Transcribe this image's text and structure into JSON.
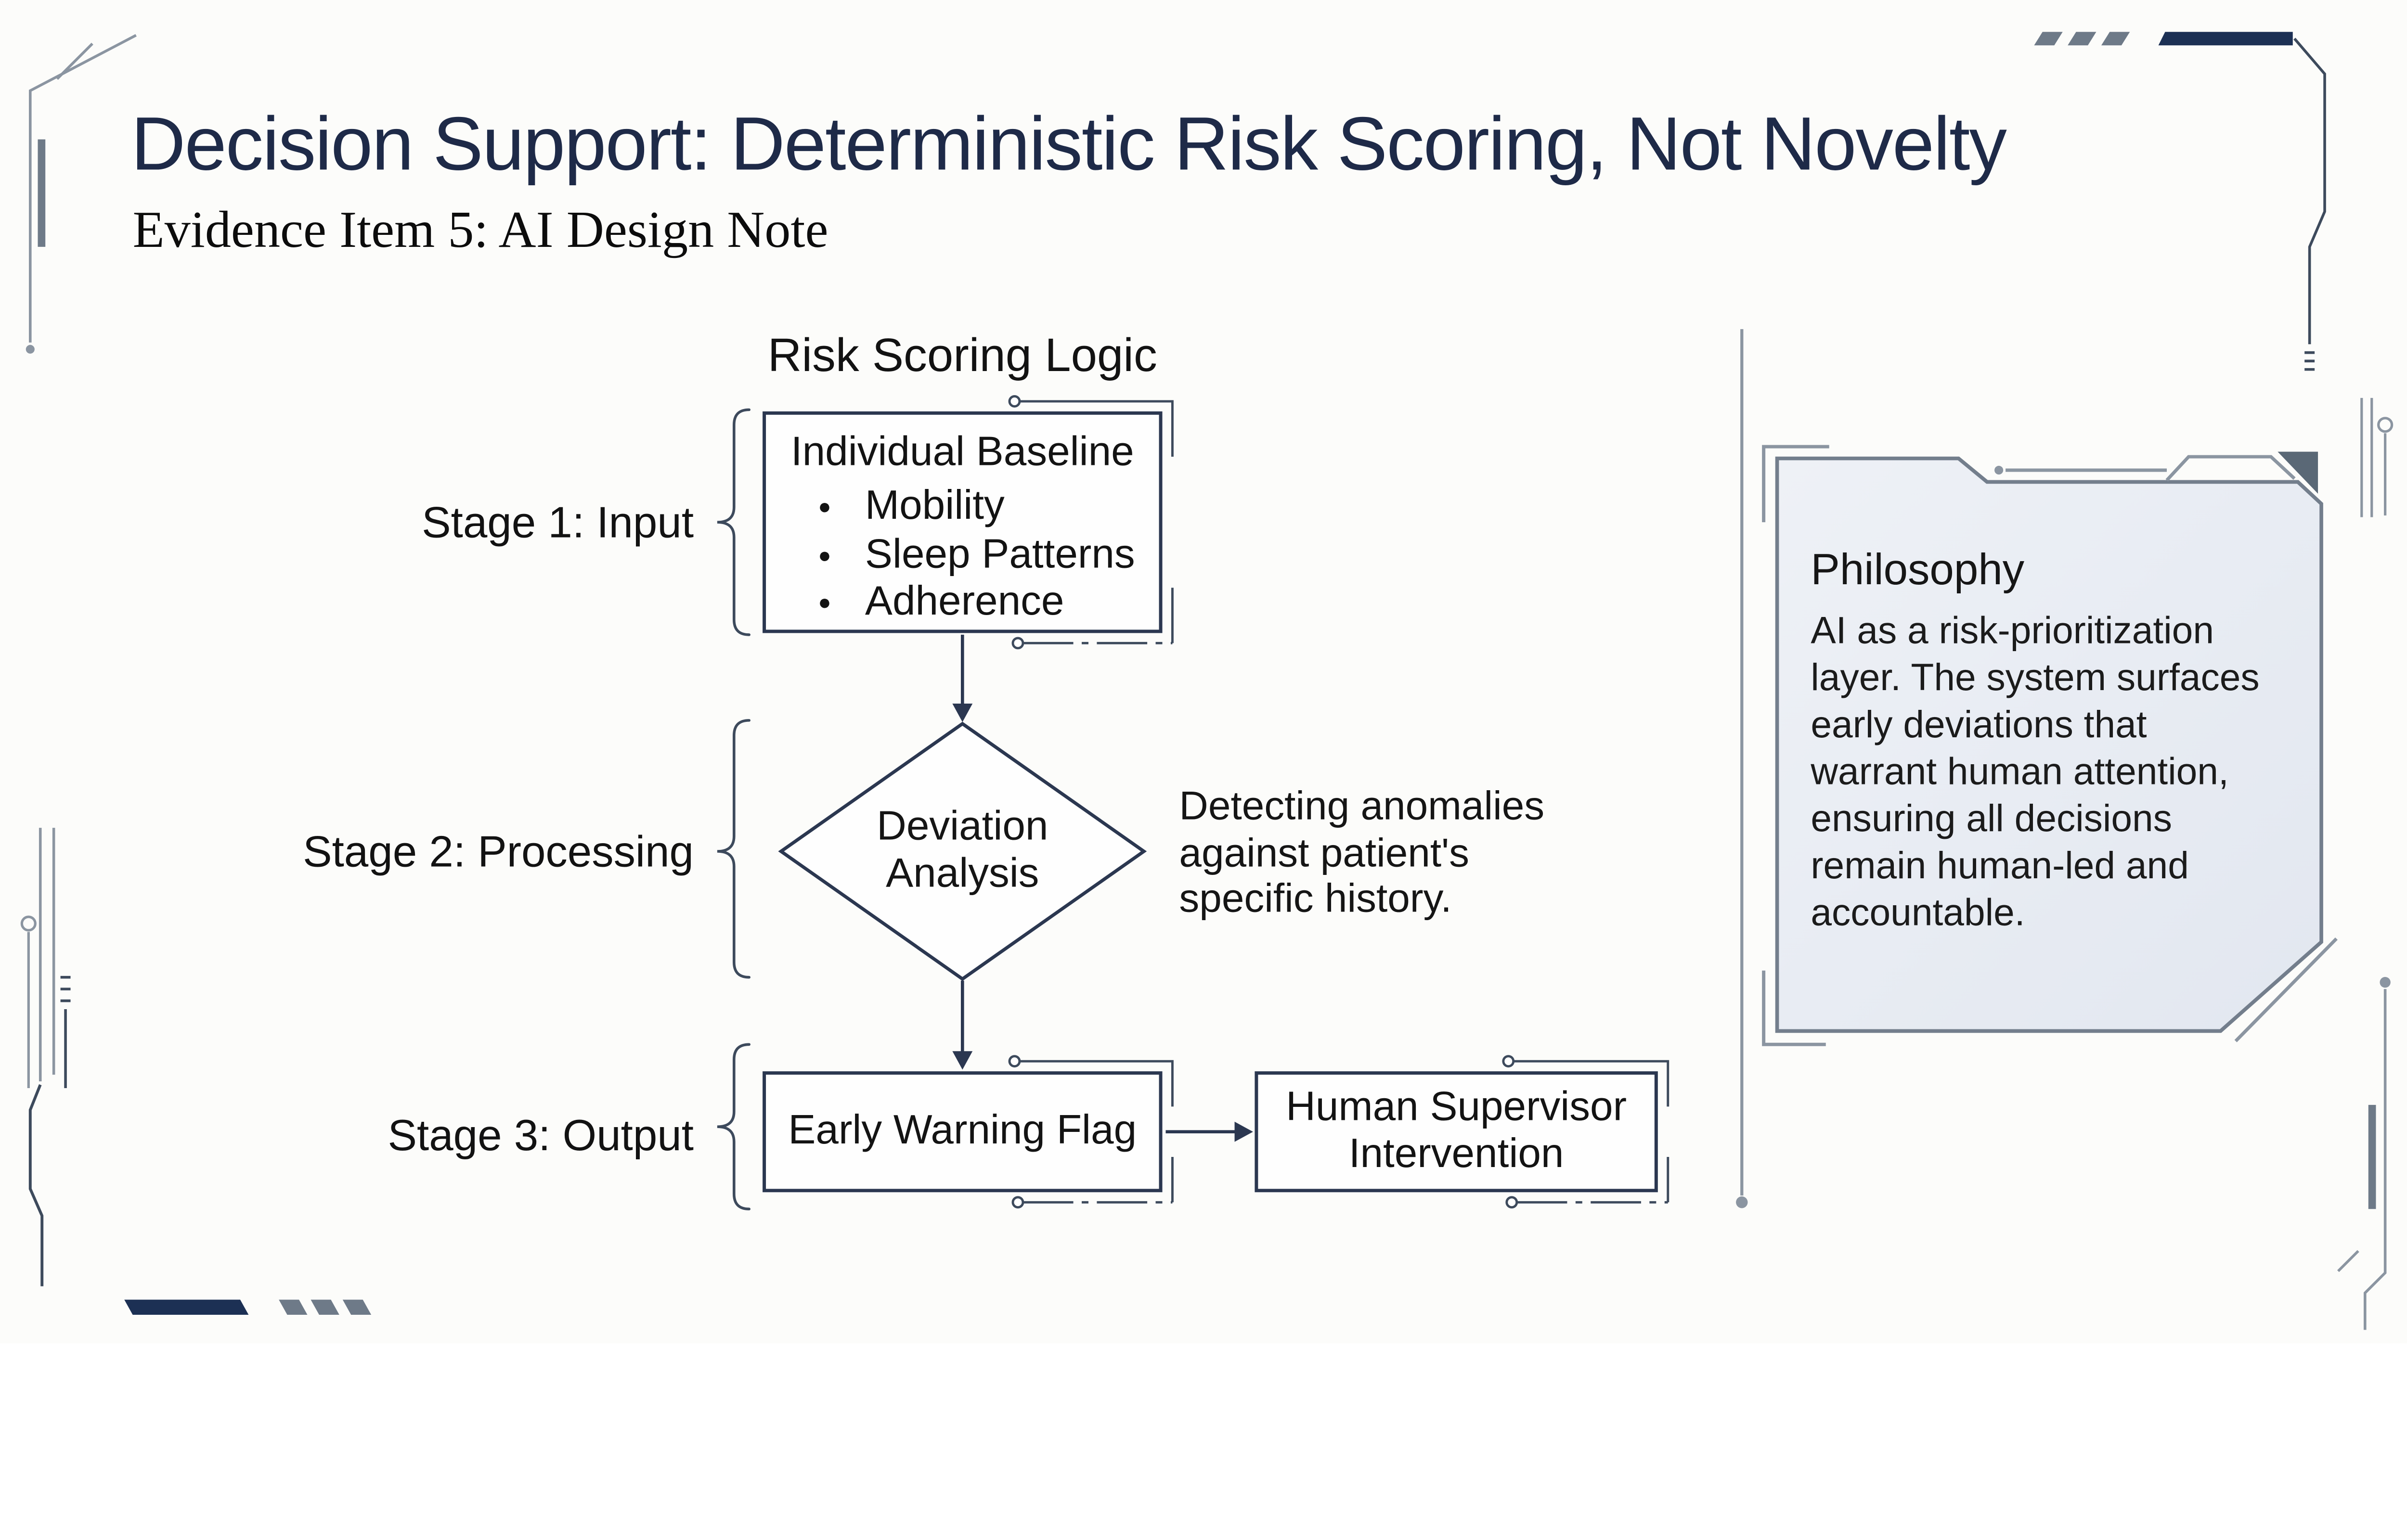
{
  "slide": {
    "title": "Decision Support: Deterministic Risk Scoring, Not Novelty",
    "subtitle": "Evidence Item 5: AI Design Note"
  },
  "flowchart": {
    "heading": "Risk Scoring Logic",
    "stage_labels": [
      "Stage 1: Input",
      "Stage 2: Processing",
      "Stage 3: Output"
    ],
    "input_box": {
      "title": "Individual Baseline",
      "bullets": [
        "Mobility",
        "Sleep Patterns",
        "Adherence"
      ]
    },
    "decision_diamond": "Deviation\nAnalysis",
    "processing_note": "Detecting anomalies\nagainst patient's\nspecific history.",
    "output_box": "Early Warning Flag",
    "intervention_box": "Human Supervisor\nIntervention"
  },
  "philosophy": {
    "title": "Philosophy",
    "body": "AI as a risk-prioritization\nlayer. The system surfaces\nearly deviations that\nwarrant human attention,\nensuring all decisions\nremain human-led and\naccountable."
  },
  "icons": {
    "bullet": "●"
  },
  "colors": {
    "accent-navy": "#1e2a48",
    "text-dark": "#141414",
    "stroke-dark": "#2b3750",
    "deco-dark": "#3d4a5c",
    "deco-gray": "#8b95a1",
    "bar-gray": "#6e7a88",
    "navy-bar": "#1c3054",
    "panel-bg": "#e8ecf3",
    "panel-border": "#737e8c",
    "corner-triangle": "#5a6876",
    "slide-bg": "#fcfcfa"
  }
}
